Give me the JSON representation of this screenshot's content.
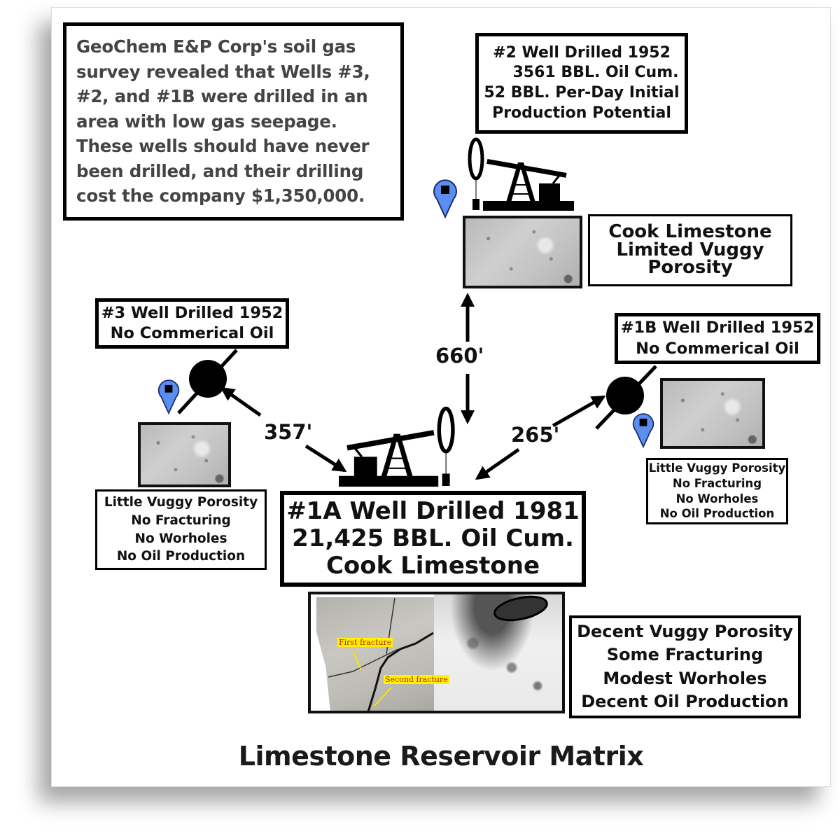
{
  "intro_note": {
    "lines": [
      "GeoChem E&P Corp's soil gas",
      "survey revealed that Wells #3,",
      "#2, and #1B were drilled in an",
      "area with low gas seepage.",
      "These wells should have never",
      "been drilled, and their drilling",
      "cost the company $1,350,000."
    ]
  },
  "wells": {
    "well_2": {
      "lines": [
        "#2 Well Drilled 1952",
        "3561 BBL. Oil Cum.",
        "52 BBL. Per-Day Initial",
        "Production Potential"
      ],
      "rock_description": [
        "Cook Limestone",
        "Limited  Vuggy",
        "Porosity"
      ]
    },
    "well_3": {
      "lines": [
        "#3 Well Drilled 1952",
        "No Commerical Oil"
      ],
      "rock_description": [
        "Little Vuggy Porosity",
        "No Fracturing",
        "No Worholes",
        "No Oil Production"
      ]
    },
    "well_1b": {
      "lines": [
        "#1B Well Drilled 1952",
        "No Commerical Oil"
      ],
      "rock_description": [
        "Little Vuggy Porosity",
        "No Fracturing",
        "No Worholes",
        "No Oil Production"
      ]
    },
    "well_1a": {
      "lines": [
        "#1A Well Drilled 1981",
        "21,425 BBL. Oil Cum.",
        "Cook Limestone"
      ],
      "rock_description": [
        "Decent Vuggy Porosity",
        "Some Fracturing",
        "Modest Worholes",
        "Decent Oil Production"
      ],
      "core_labels": [
        "First fracture",
        "Second fracture"
      ]
    }
  },
  "distances": {
    "to_well_2": "660'",
    "to_well_3": "357'",
    "to_well_1b": "265'"
  },
  "title": "Limestone Reservoir Matrix",
  "colors": {
    "pin": "#5b8ef0",
    "label_highlight": "#fff200"
  }
}
